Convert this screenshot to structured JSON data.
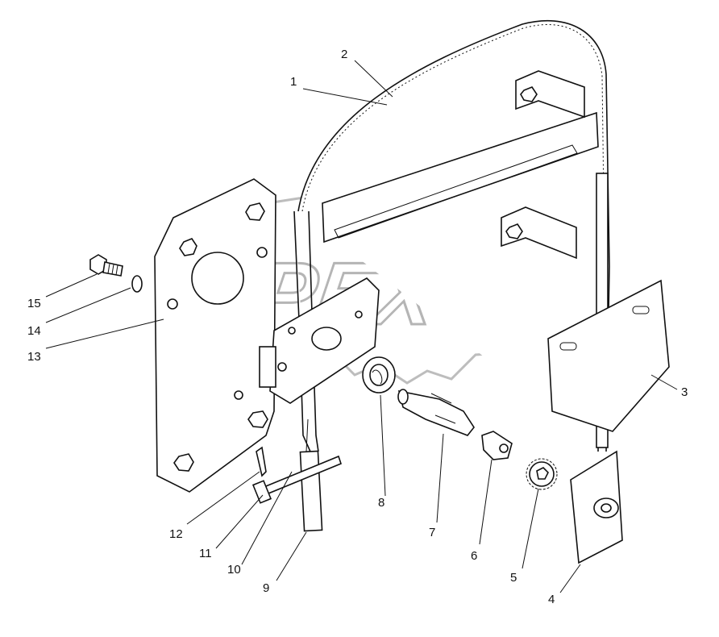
{
  "watermark": {
    "text": "OPEX"
  },
  "callouts": [
    {
      "id": "1",
      "text": "1"
    },
    {
      "id": "2",
      "text": "2"
    },
    {
      "id": "3",
      "text": "3"
    },
    {
      "id": "4",
      "text": "4"
    },
    {
      "id": "5",
      "text": "5"
    },
    {
      "id": "6",
      "text": "6"
    },
    {
      "id": "7",
      "text": "7"
    },
    {
      "id": "8",
      "text": "8"
    },
    {
      "id": "9",
      "text": "9"
    },
    {
      "id": "10",
      "text": "10"
    },
    {
      "id": "11",
      "text": "11"
    },
    {
      "id": "12",
      "text": "12"
    },
    {
      "id": "13",
      "text": "13"
    },
    {
      "id": "14",
      "text": "14"
    },
    {
      "id": "15",
      "text": "15"
    }
  ],
  "colors": {
    "line": "#111111",
    "watermark": "#b5b5b5",
    "background": "#ffffff"
  }
}
